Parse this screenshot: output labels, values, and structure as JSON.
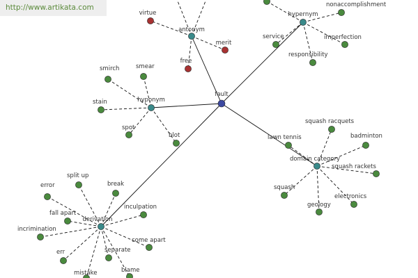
{
  "site": {
    "url": "http://www.artikata.com"
  },
  "colors": {
    "background": "#ffffff",
    "center_node": "#3c48a0",
    "hub_node": "#3a8a8a",
    "leaf_green": "#4a8a3e",
    "leaf_red": "#a83232",
    "edge": "#111111"
  },
  "graph": {
    "center": {
      "id": "fault",
      "label": "fault"
    },
    "hubs": [
      {
        "id": "antonym",
        "label": "antonym"
      },
      {
        "id": "hypernym",
        "label": "hypernym"
      },
      {
        "id": "hyponym",
        "label": "hyponym"
      },
      {
        "id": "derivation",
        "label": "derivation"
      },
      {
        "id": "domain-category",
        "label": "domain category"
      }
    ],
    "leaves": [
      {
        "id": "virtue",
        "label": "virtue",
        "hub": "antonym",
        "color": "red"
      },
      {
        "id": "merit",
        "label": "merit",
        "hub": "antonym",
        "color": "red"
      },
      {
        "id": "free",
        "label": "free",
        "hub": "antonym",
        "color": "red"
      },
      {
        "id": "antonym-offscreen-1",
        "label": "",
        "hub": "antonym",
        "color": "green"
      },
      {
        "id": "antonym-offscreen-2",
        "label": "",
        "hub": "antonym",
        "color": "green"
      },
      {
        "id": "nonaccomplishment",
        "label": "nonaccomplishment",
        "hub": "hypernym",
        "color": "green"
      },
      {
        "id": "service",
        "label": "service",
        "hub": "hypernym",
        "color": "green"
      },
      {
        "id": "imperfection",
        "label": "imperfection",
        "hub": "hypernym",
        "color": "green"
      },
      {
        "id": "responsibility",
        "label": "responsibility",
        "hub": "hypernym",
        "color": "green"
      },
      {
        "id": "hypernym-offscreen-1",
        "label": "",
        "hub": "hypernym",
        "color": "green"
      },
      {
        "id": "smirch",
        "label": "smirch",
        "hub": "hyponym",
        "color": "green"
      },
      {
        "id": "smear",
        "label": "smear",
        "hub": "hyponym",
        "color": "green"
      },
      {
        "id": "stain",
        "label": "stain",
        "hub": "hyponym",
        "color": "green"
      },
      {
        "id": "spot",
        "label": "spot",
        "hub": "hyponym",
        "color": "green"
      },
      {
        "id": "blot",
        "label": "blot",
        "hub": "hyponym",
        "color": "green"
      },
      {
        "id": "error",
        "label": "error",
        "hub": "derivation",
        "color": "green"
      },
      {
        "id": "split-up",
        "label": "split up",
        "hub": "derivation",
        "color": "green"
      },
      {
        "id": "break",
        "label": "break",
        "hub": "derivation",
        "color": "green"
      },
      {
        "id": "fall-apart",
        "label": "fall apart",
        "hub": "derivation",
        "color": "green"
      },
      {
        "id": "inculpation",
        "label": "inculpation",
        "hub": "derivation",
        "color": "green"
      },
      {
        "id": "incrimination",
        "label": "incrimination",
        "hub": "derivation",
        "color": "green"
      },
      {
        "id": "come-apart",
        "label": "come apart",
        "hub": "derivation",
        "color": "green"
      },
      {
        "id": "err",
        "label": "err",
        "hub": "derivation",
        "color": "green"
      },
      {
        "id": "separate",
        "label": "separate",
        "hub": "derivation",
        "color": "green"
      },
      {
        "id": "blame",
        "label": "blame",
        "hub": "derivation",
        "color": "green"
      },
      {
        "id": "mistake",
        "label": "mistake",
        "hub": "derivation",
        "color": "green"
      },
      {
        "id": "squash-racquets",
        "label": "squash racquets",
        "hub": "domain-category",
        "color": "green"
      },
      {
        "id": "badminton",
        "label": "badminton",
        "hub": "domain-category",
        "color": "green"
      },
      {
        "id": "lawn-tennis",
        "label": "lawn tennis",
        "hub": "domain-category",
        "color": "green"
      },
      {
        "id": "squash-rackets",
        "label": "squash rackets",
        "hub": "domain-category",
        "color": "green"
      },
      {
        "id": "squash",
        "label": "squash",
        "hub": "domain-category",
        "color": "green"
      },
      {
        "id": "electronics",
        "label": "electronics",
        "hub": "domain-category",
        "color": "green"
      },
      {
        "id": "geology",
        "label": "geology",
        "hub": "domain-category",
        "color": "green"
      }
    ]
  }
}
